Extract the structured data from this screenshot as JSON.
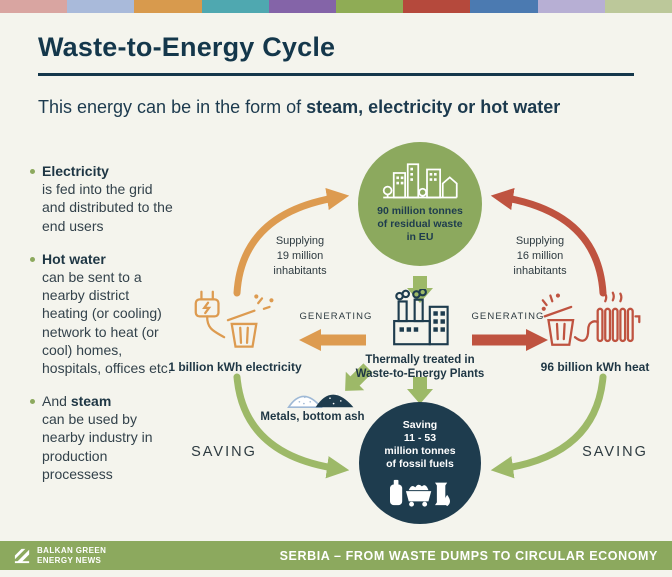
{
  "colors": {
    "background": "#f4f4ed",
    "navy": "#14374b",
    "circle_green": "#8ca95e",
    "arrow_green": "#9db968",
    "orange": "#dd9b50",
    "brick_red": "#bf5340",
    "dark_teal": "#1e3c4e",
    "footer_green": "#8ca95e"
  },
  "top_bar_colors": [
    "#d9a5a1",
    "#a9bada",
    "#d89a4d",
    "#4fa8b0",
    "#8464a8",
    "#8fac55",
    "#b5493c",
    "#4b7ab1",
    "#b7afd4",
    "#bcc89a"
  ],
  "header": {
    "title": "Waste-to-Energy Cycle",
    "subtitle_regular": "This energy can be in the form of ",
    "subtitle_bold": "steam, electricity or hot water"
  },
  "sidebar": {
    "items": [
      {
        "prefix": "",
        "bold": "Electricity",
        "rest": "is fed into the grid and distributed to the end users"
      },
      {
        "prefix": "",
        "bold": "Hot water",
        "rest": "can be sent to a nearby district heating (or cooling) network to heat (or cool) homes, hospitals, offices etc."
      },
      {
        "prefix": "And ",
        "bold": "steam",
        "rest": "can be used by nearby industry in production processess"
      }
    ]
  },
  "diagram": {
    "top_circle": {
      "lines": [
        "90 million tonnes",
        "of residual waste",
        "in EU"
      ]
    },
    "factory": {
      "lines": [
        "Thermally treated in",
        "Waste-to-Energy Plants"
      ]
    },
    "supplying_left": {
      "lines": [
        "Supplying",
        "19 million",
        "inhabitants"
      ]
    },
    "supplying_right": {
      "lines": [
        "Supplying",
        "16 million",
        "inhabitants"
      ]
    },
    "generating_left": "GENERATING",
    "generating_right": "GENERATING",
    "electricity_label": "1 billion kWh electricity",
    "heat_label": "96 billion kWh heat",
    "metals_label": "Metals, bottom ash",
    "saving_left": "SAVING",
    "saving_right": "SAVING",
    "saving_circle": {
      "lines": [
        "Saving",
        "11 - 53",
        "million tonnes",
        "of fossil fuels"
      ]
    }
  },
  "footer": {
    "logo_line1": "BALKAN GREEN",
    "logo_line2": "ENERGY NEWS",
    "headline": "SERBIA – FROM WASTE DUMPS TO CIRCULAR ECONOMY"
  }
}
